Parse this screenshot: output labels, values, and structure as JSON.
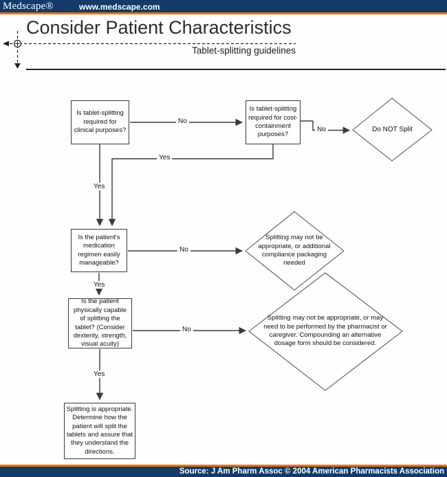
{
  "header": {
    "brand": "Medscape®",
    "site_url": "www.medscape.com"
  },
  "slide": {
    "title": "Consider Patient Characteristics",
    "subtitle": "Tablet-splitting guidelines"
  },
  "flowchart": {
    "boxes": [
      {
        "id": "clinical",
        "label": "Is tablet-splitting required for clinical purposes?"
      },
      {
        "id": "cost",
        "label": "Is tablet-splitting required for cost-containment purposes?"
      },
      {
        "id": "regimen",
        "label": "Is the patient's medication regimen easily manageable?"
      },
      {
        "id": "capable",
        "label": "Is the patient physically capable of splitting the tablet? (Consider dexterity, strength, visual acuity)"
      },
      {
        "id": "appropriate",
        "label": "Splitting is appropriate. Determine how the patient will split the tablets and assure that they understand the directions."
      }
    ],
    "diamonds": [
      {
        "id": "do-not-split",
        "label": "Do NOT Split"
      },
      {
        "id": "compliance",
        "label": "Splitting may not be appropriate, or additional compliance packaging needed"
      },
      {
        "id": "pharmacist",
        "label": "Splitting may not be appropriate, or may need to be performed by the pharmacist or caregiver. Compounding an alternative dosage form should be considered."
      }
    ],
    "edge_labels": {
      "clinical_no": "No",
      "cost_no": "No",
      "clinical_yes": "Yes",
      "cost_yes": "Yes",
      "regimen_no": "No",
      "regimen_yes": "Yes",
      "capable_no": "No",
      "capable_yes": "Yes"
    }
  },
  "footer": {
    "source": "Source:  J Am Pharm Assoc © 2004 American Pharmacists Association"
  },
  "colors": {
    "navy": "#143a69",
    "orange": "#e97511",
    "line": "#3a3a3a"
  }
}
